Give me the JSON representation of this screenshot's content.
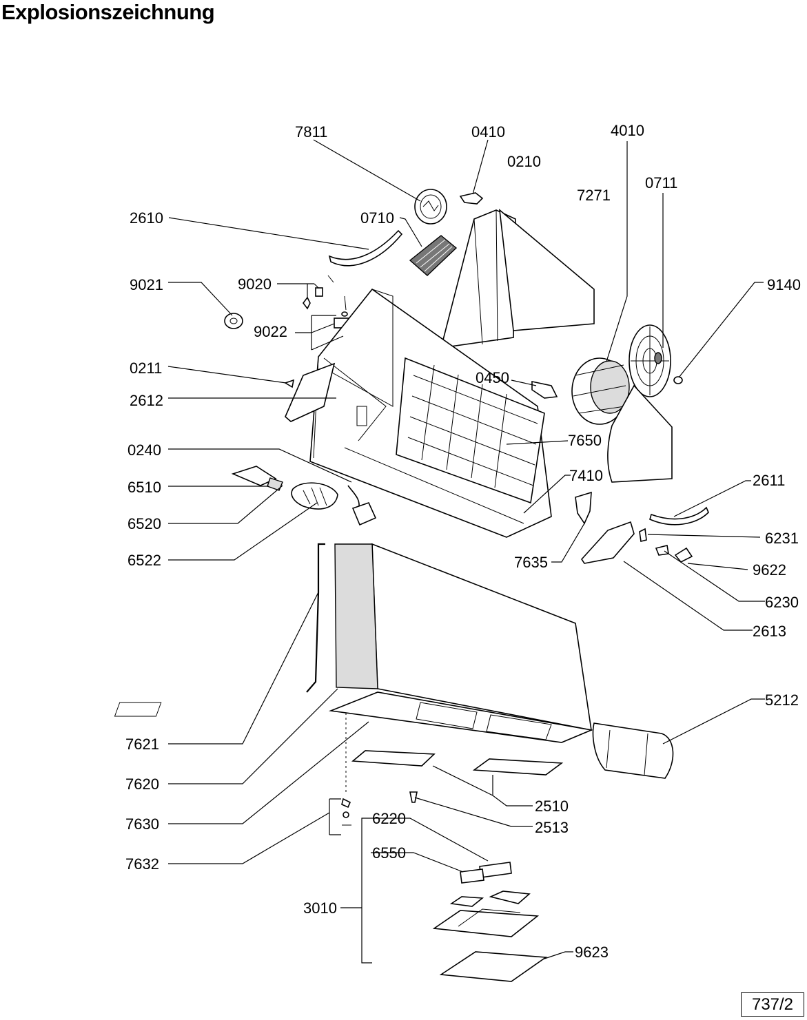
{
  "title": "Explosionszeichnung",
  "page_number": "737/2",
  "part_labels": {
    "p7811": "7811",
    "p0410": "0410",
    "p4010": "4010",
    "p0210": "0210",
    "p0711": "0711",
    "p7271": "7271",
    "p2610": "2610",
    "p0710": "0710",
    "p9021": "9021",
    "p9020": "9020",
    "p9140": "9140",
    "p9022": "9022",
    "p0211": "0211",
    "p0450": "0450",
    "p2612": "2612",
    "p7650": "7650",
    "p0240": "0240",
    "p7410": "7410",
    "p6510": "6510",
    "p2611": "2611",
    "p6520": "6520",
    "p6231": "6231",
    "p6522": "6522",
    "p7635": "7635",
    "p9622": "9622",
    "p6230": "6230",
    "p2613": "2613",
    "p5212": "5212",
    "p7621": "7621",
    "p7620": "7620",
    "p2510": "2510",
    "p7630": "7630",
    "p6220": "6220",
    "p2513": "2513",
    "p6550": "6550",
    "p7632": "7632",
    "p3010": "3010",
    "p9623": "9623"
  }
}
